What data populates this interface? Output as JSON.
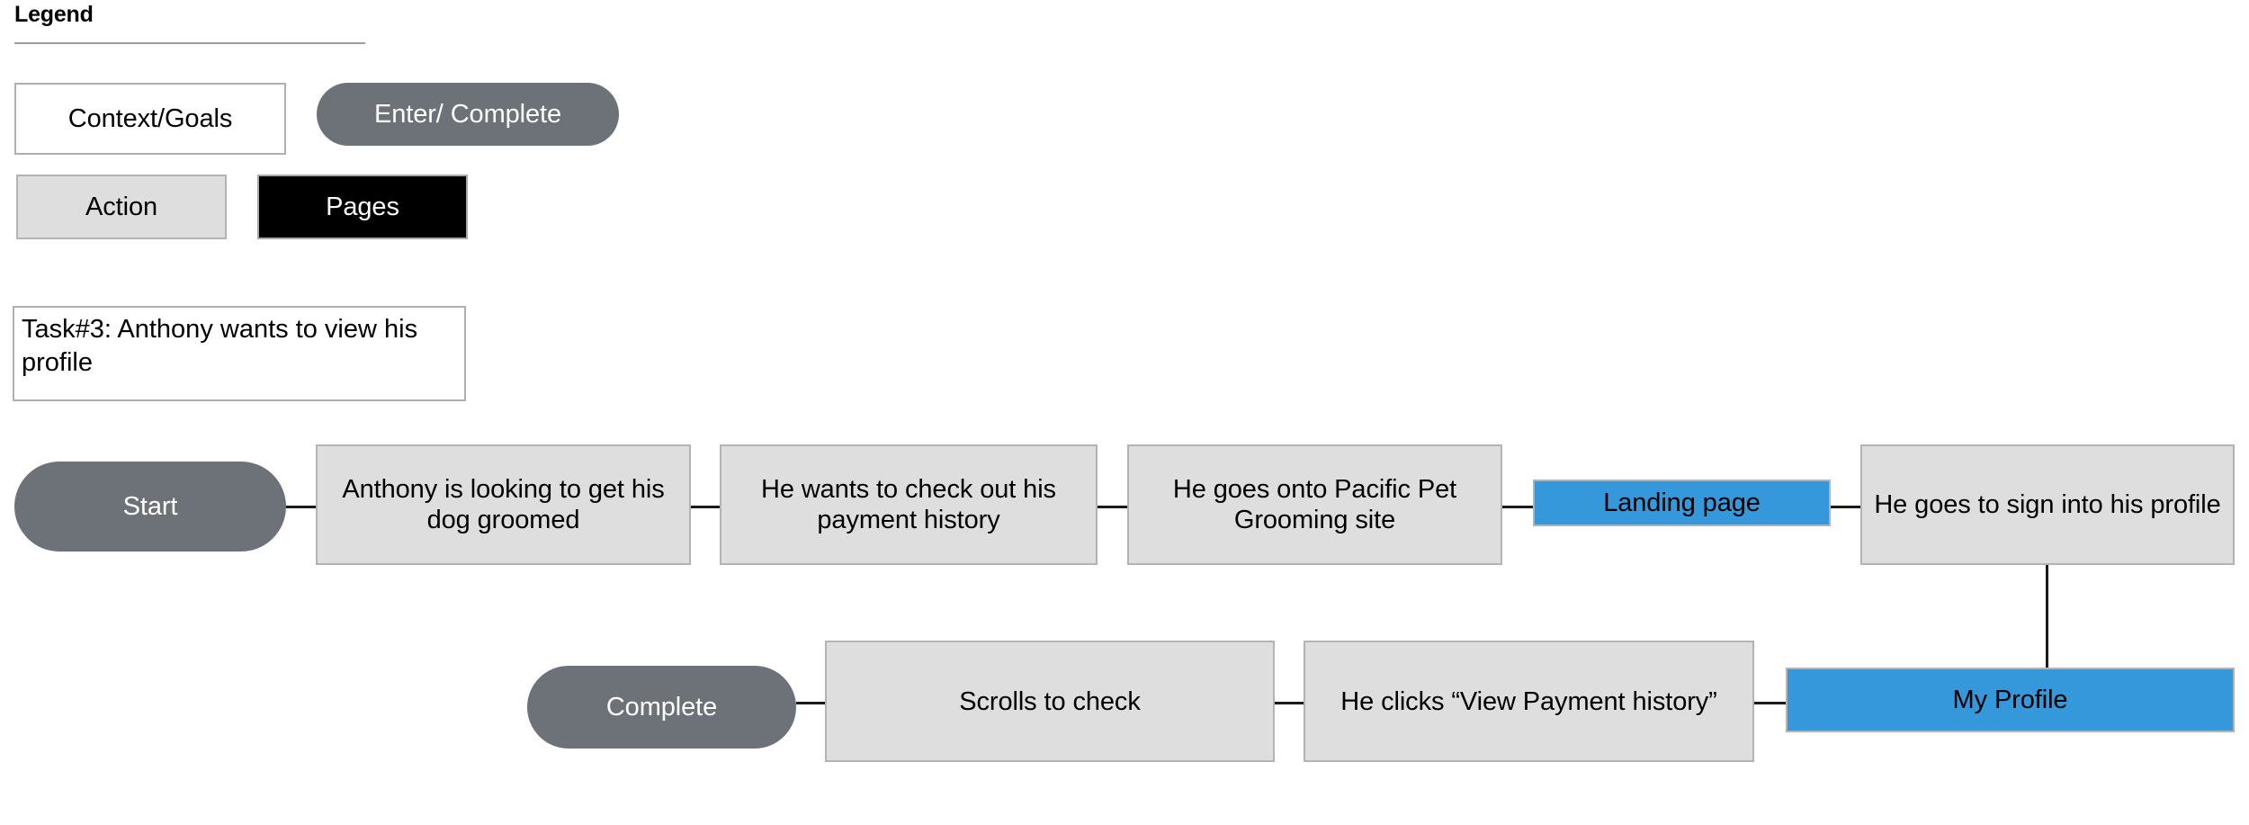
{
  "legend": {
    "title": "Legend",
    "items": [
      {
        "label": "Context/Goals",
        "style": "white-rect"
      },
      {
        "label": "Enter/ Complete",
        "style": "gray-pill"
      },
      {
        "label": "Action",
        "style": "gray-rect"
      },
      {
        "label": "Pages",
        "style": "black-rect"
      }
    ]
  },
  "task": {
    "text": "Task#3: Anthony wants to view his profile"
  },
  "flow": {
    "row1": [
      {
        "label": "Start",
        "type": "enter-complete"
      },
      {
        "label": "Anthony is looking to get his dog groomed",
        "type": "action"
      },
      {
        "label": "He wants to check out his payment history",
        "type": "action"
      },
      {
        "label": "He goes onto Pacific Pet Grooming site",
        "type": "action"
      },
      {
        "label": "Landing page",
        "type": "page"
      },
      {
        "label": "He goes to sign into his profile",
        "type": "action"
      }
    ],
    "row2": [
      {
        "label": "Complete",
        "type": "enter-complete"
      },
      {
        "label": "Scrolls to check",
        "type": "action"
      },
      {
        "label": "He clicks “View Payment history”",
        "type": "action"
      },
      {
        "label": "My Profile",
        "type": "page"
      }
    ]
  },
  "colors": {
    "pill_gray": "#6d7278",
    "action_gray": "#dedede",
    "page_blue": "#3498db",
    "page_black": "#000000",
    "border_gray": "#b3b3b3",
    "connector": "#1a1a1a"
  }
}
